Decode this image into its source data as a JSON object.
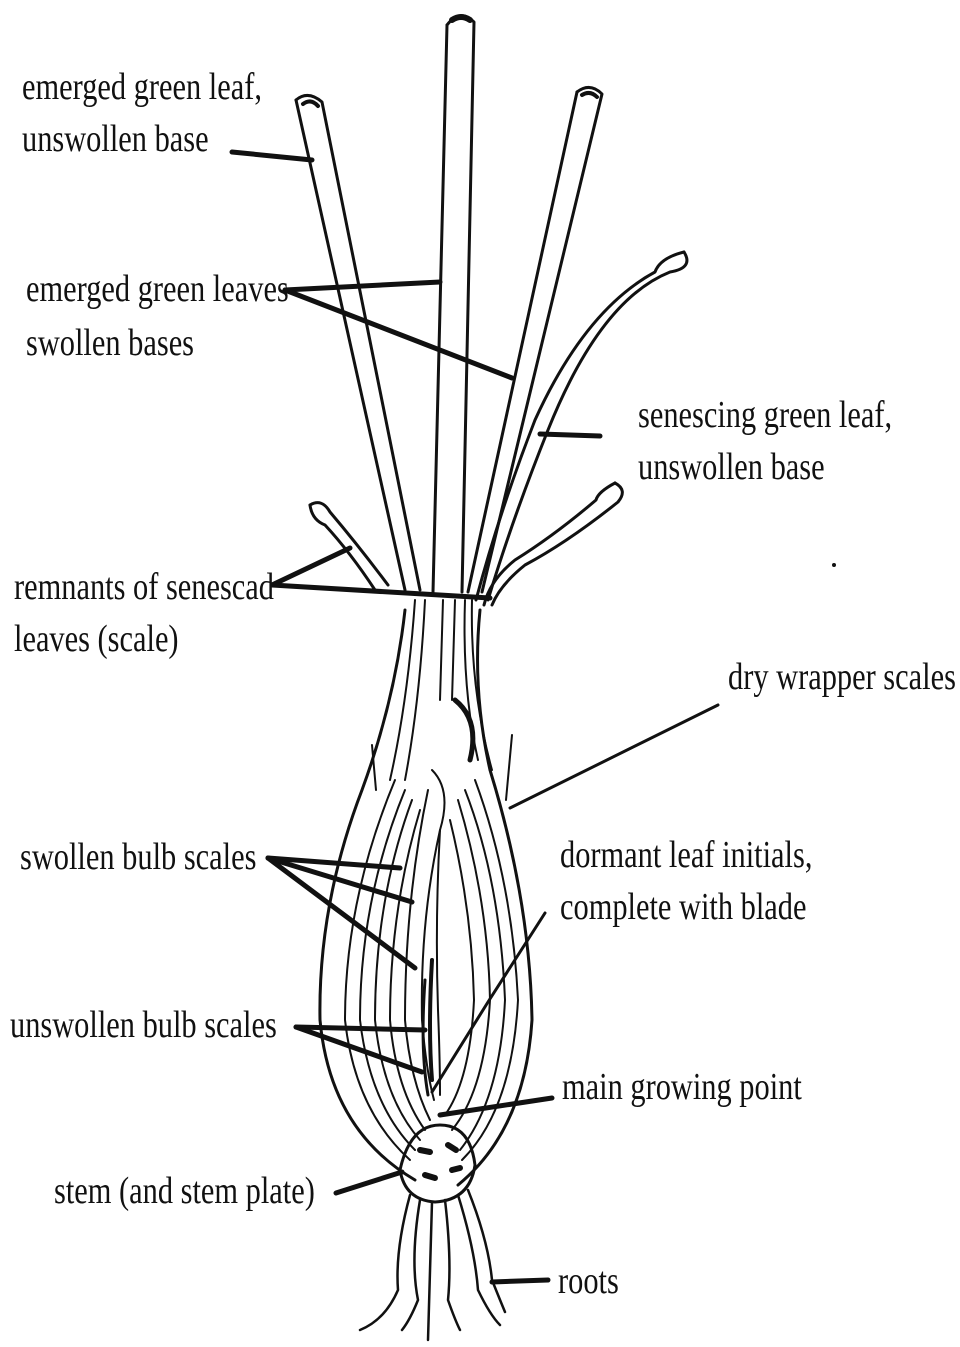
{
  "diagram": {
    "labels": {
      "emerged_unswollen_line1": "emerged green leaf,",
      "emerged_unswollen_line2": "unswollen base",
      "emerged_swollen_line1": "emerged green leaves",
      "emerged_swollen_line2": "swollen bases",
      "senescing_line1": "senescing green leaf,",
      "senescing_line2": "unswollen base",
      "remnants_line1": "remnants of senescad",
      "remnants_line2": "leaves (scale)",
      "dry_wrapper": "dry wrapper scales",
      "swollen_bulb_scales": "swollen bulb scales",
      "dormant_line1": "dormant leaf initials,",
      "dormant_line2": "complete with blade",
      "unswollen_bulb_scales": "unswollen bulb scales",
      "main_growing_point": "main growing point",
      "stem": "stem (and stem plate)",
      "roots": "roots"
    },
    "colors": {
      "ink": "#111111",
      "background": "#ffffff"
    }
  }
}
